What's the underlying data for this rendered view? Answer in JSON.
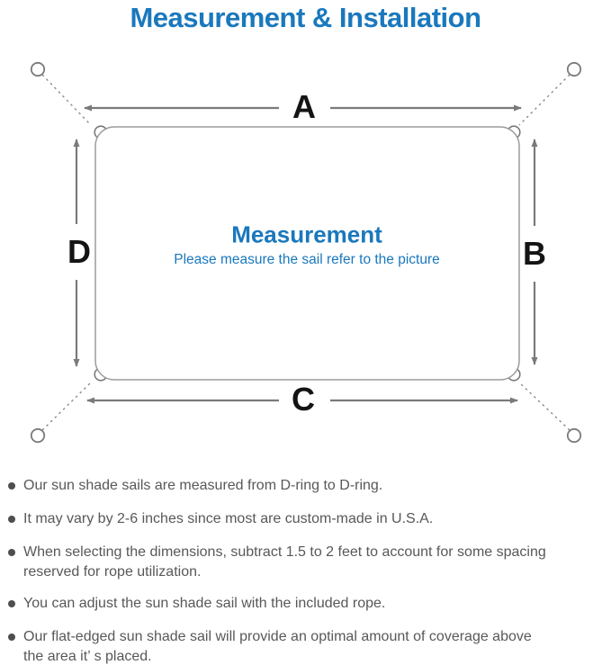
{
  "title": "Measurement & Installation",
  "diagram": {
    "label_a": "A",
    "label_b": "B",
    "label_c": "C",
    "label_d": "D",
    "center_heading": "Measurement",
    "center_caption": "Please measure the sail refer to the picture"
  },
  "notes": {
    "items": [
      {
        "text": "Our sun shade sails are measured from D-ring to D-ring."
      },
      {
        "text": "It may vary by 2-6 inches since most are custom-made in U.S.A."
      },
      {
        "text": "When selecting the dimensions, subtract 1.5 to 2 feet to account for some spacing reserved for rope utilization."
      },
      {
        "text": "You can adjust the sun shade sail with the included rope."
      },
      {
        "text": "Our flat-edged sun shade sail will provide an optimal amount of coverage above the area it’ s placed."
      }
    ]
  },
  "icons": {
    "anchor-ring-icon": "small outlined circle (mounting point)",
    "d-ring-icon": "small half-ring bump on sail corner",
    "dimension-arrow-icon": "gray line with triangular arrowhead",
    "bullet-icon": "filled gray dot"
  },
  "colors": {
    "accent_blue": "#1a78bd",
    "line_gray": "#7a7a7a",
    "sail_outline_gray": "#9c9c9c",
    "note_text_gray": "#585858",
    "label_black": "#141414",
    "background": "#ffffff"
  }
}
